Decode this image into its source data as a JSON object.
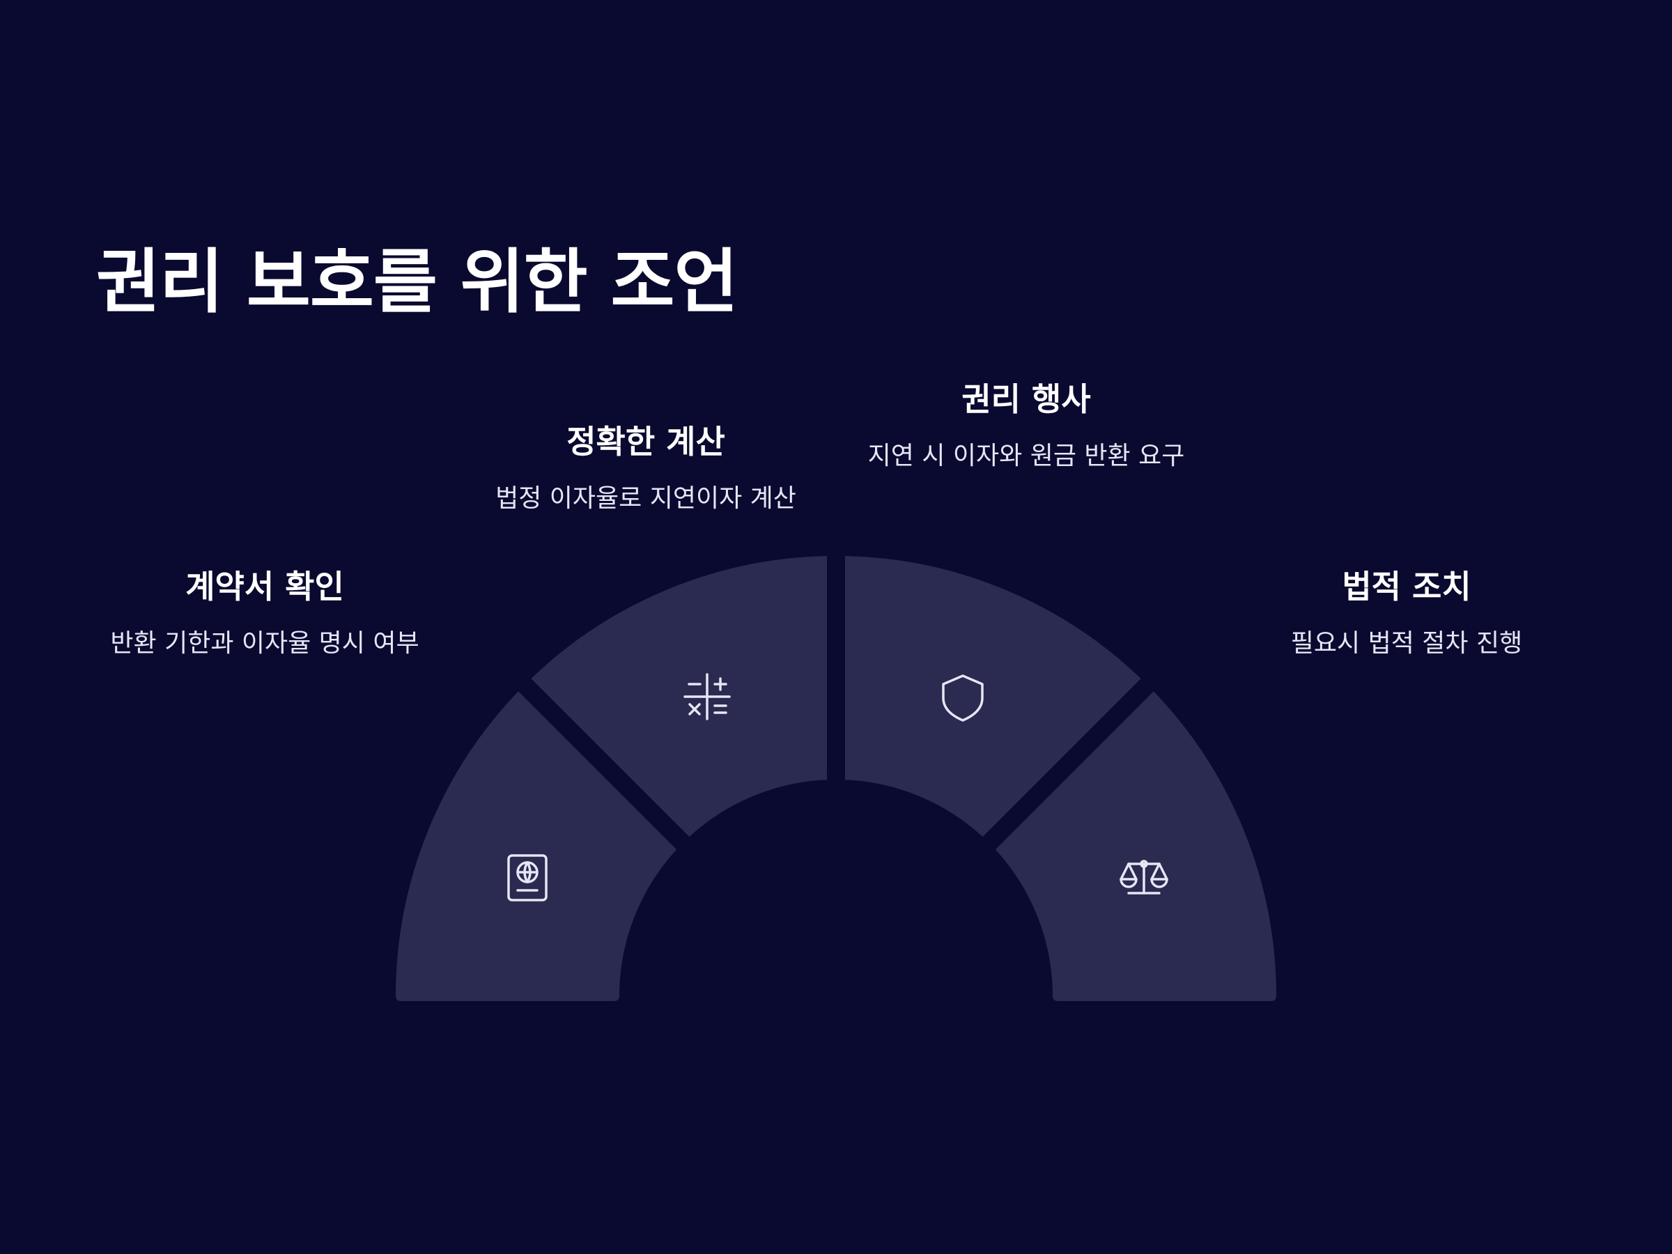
{
  "title": "권리 보호를 위한 조언",
  "colors": {
    "background": "#0a0a30",
    "segment": "#2b2a50",
    "icon": "#e6e6f5"
  },
  "steps": [
    {
      "heading": "계약서 확인",
      "desc": "반환 기한과 이자율 명시 여부",
      "icon": "passport-icon"
    },
    {
      "heading": "정확한 계산",
      "desc": "법정 이자율로 지연이자 계산",
      "icon": "calculator-icon"
    },
    {
      "heading": "권리 행사",
      "desc": "지연 시 이자와 원금 반환 요구",
      "icon": "shield-icon"
    },
    {
      "heading": "법적 조치",
      "desc": "필요시 법적 절차 진행",
      "icon": "scales-icon"
    }
  ]
}
